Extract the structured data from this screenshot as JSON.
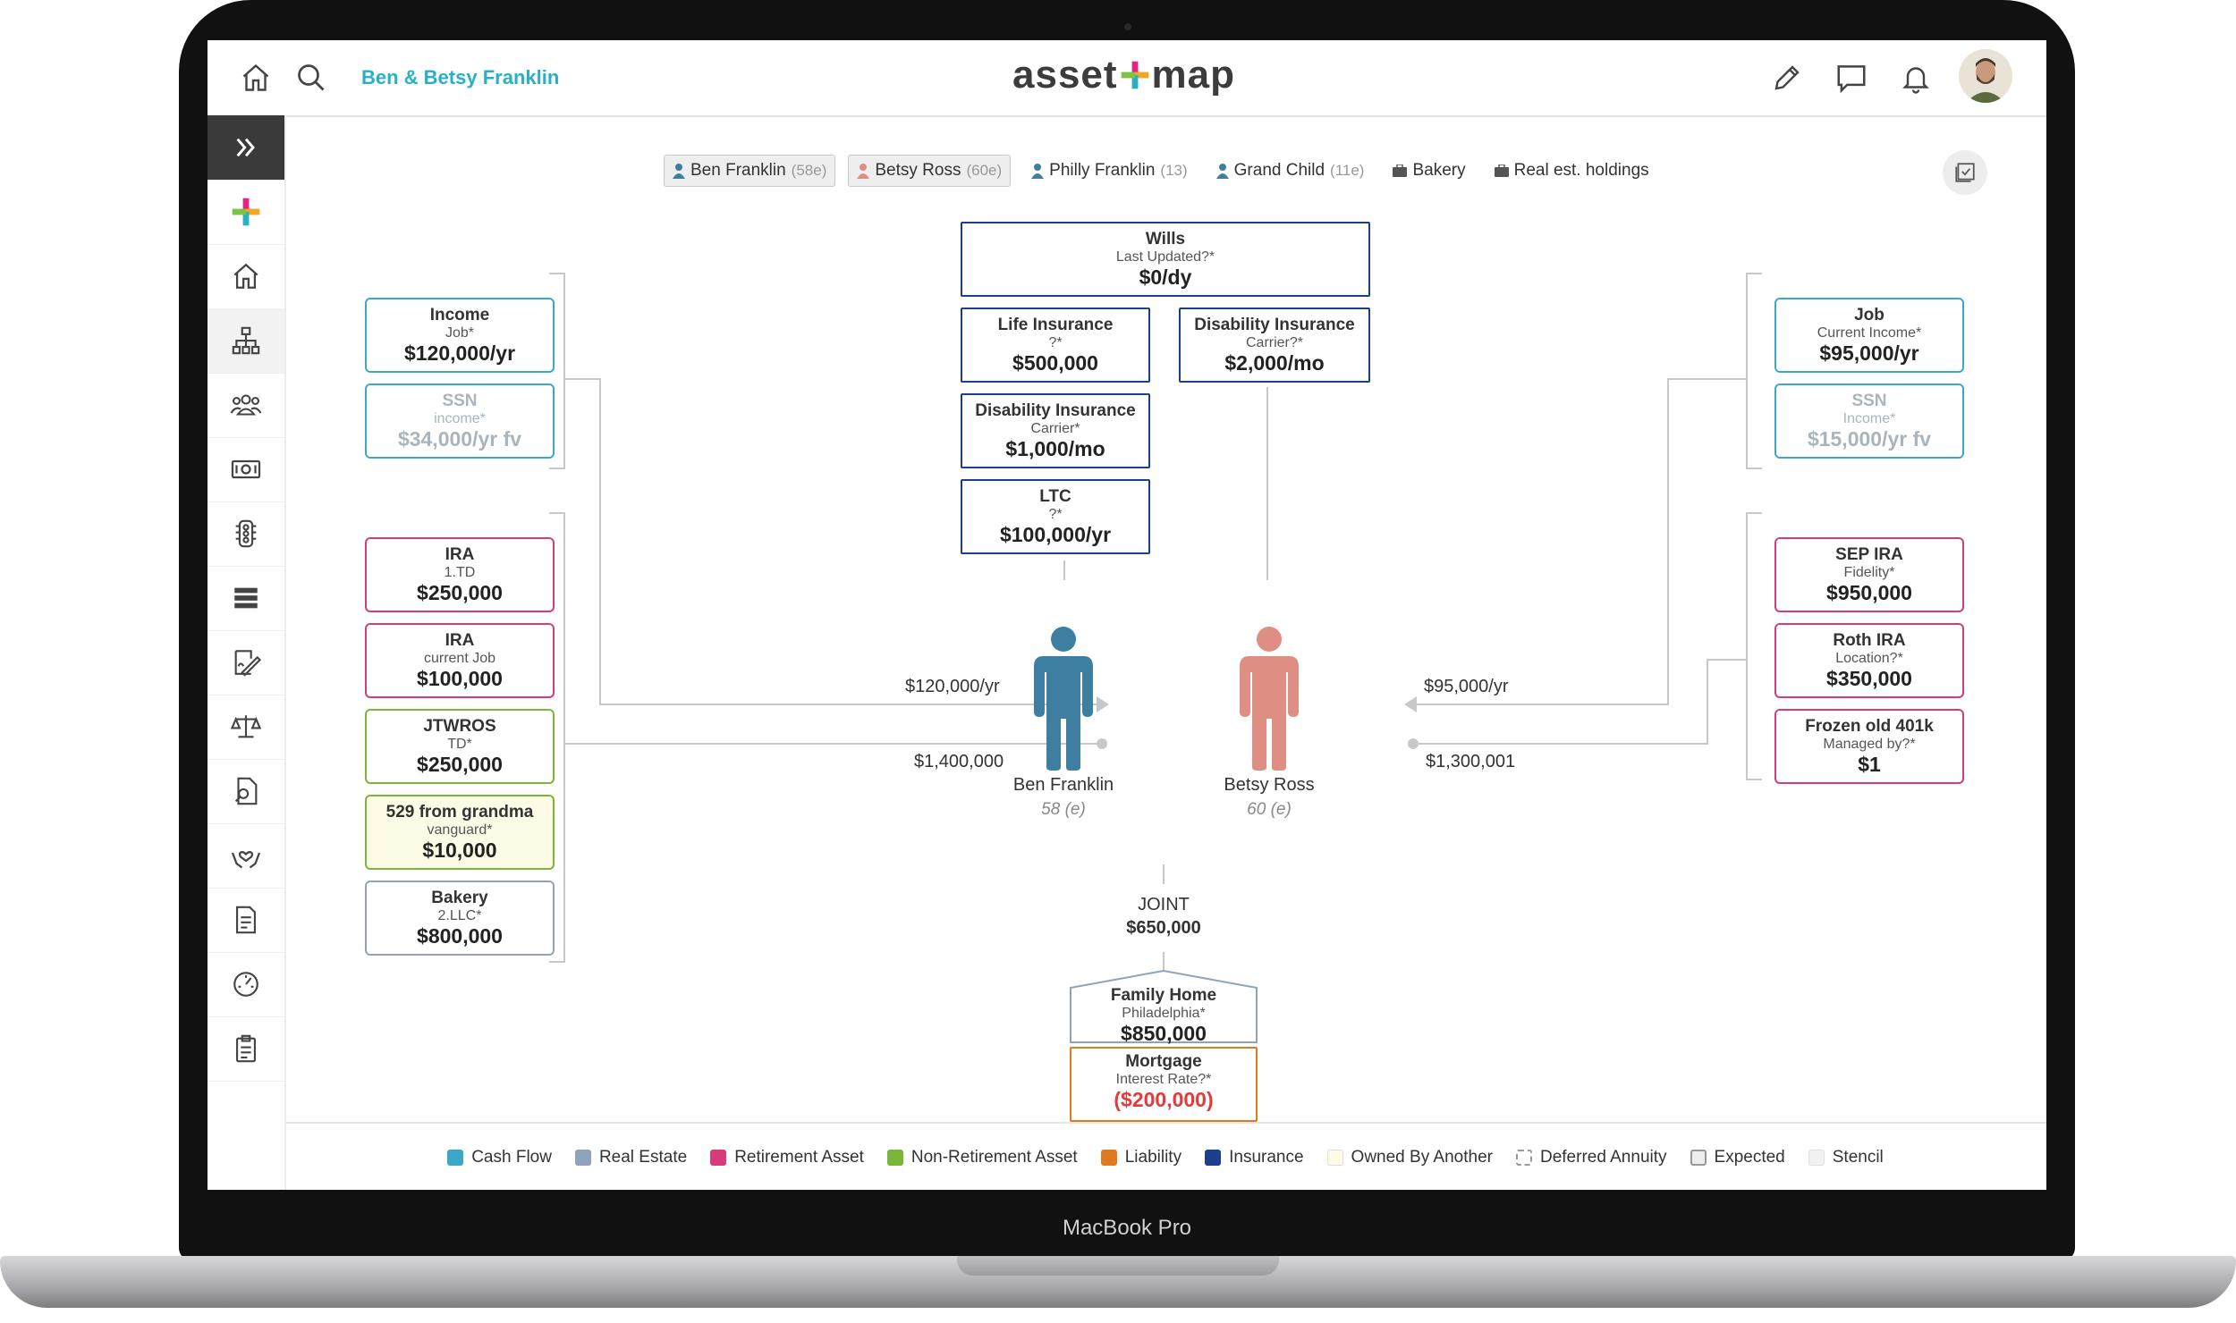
{
  "device": {
    "label": "MacBook Pro"
  },
  "header": {
    "household": "Ben & Betsy Franklin",
    "logo_left": "asset",
    "logo_right": "map",
    "icons": [
      "home-icon",
      "search-icon",
      "pencil-icon",
      "chat-icon",
      "bell-icon",
      "avatar"
    ]
  },
  "sidebar": {
    "icons": [
      "expand-icon",
      "logo-cross-icon",
      "home-icon",
      "org-chart-icon",
      "members-icon",
      "money-icon",
      "traffic-light-icon",
      "stack-icon",
      "signature-icon",
      "balance-icon",
      "document-search-icon",
      "heart-hands-icon",
      "report-icon",
      "gauge-icon",
      "checklist-icon"
    ]
  },
  "members": [
    {
      "name": "Ben Franklin",
      "age": "(58e)",
      "kind": "person-blue"
    },
    {
      "name": "Betsy Ross",
      "age": "(60e)",
      "kind": "person-red"
    },
    {
      "name": "Philly Franklin",
      "age": "(13)",
      "kind": "person-blue"
    },
    {
      "name": "Grand Child",
      "age": "(11e)",
      "kind": "person-blue"
    },
    {
      "name": "Bakery",
      "age": "",
      "kind": "briefcase"
    },
    {
      "name": "Real est. holdings",
      "age": "",
      "kind": "briefcase"
    }
  ],
  "insurance": {
    "wills": {
      "title": "Wills",
      "sub": "Last Updated?*",
      "value": "$0/dy"
    },
    "life": {
      "title": "Life Insurance",
      "sub": "?*",
      "value": "$500,000"
    },
    "disability_betsy": {
      "title": "Disability Insurance",
      "sub": "Carrier?*",
      "value": "$2,000/mo"
    },
    "disability_ben": {
      "title": "Disability Insurance",
      "sub": "Carrier*",
      "value": "$1,000/mo"
    },
    "ltc": {
      "title": "LTC",
      "sub": "?*",
      "value": "$100,000/yr"
    }
  },
  "left": {
    "cash": [
      {
        "title": "Income",
        "sub": "Job*",
        "value": "$120,000/yr"
      },
      {
        "title": "SSN",
        "sub": "income*",
        "value": "$34,000/yr  fv"
      }
    ],
    "assets": [
      {
        "title": "IRA",
        "sub": "1.TD",
        "value": "$250,000"
      },
      {
        "title": "IRA",
        "sub": "current Job",
        "value": "$100,000"
      },
      {
        "title": "JTWROS",
        "sub": "TD*",
        "value": "$250,000"
      },
      {
        "title": "529 from grandma",
        "sub": "vanguard*",
        "value": "$10,000"
      },
      {
        "title": "Bakery",
        "sub": "2.LLC*",
        "value": "$800,000"
      }
    ],
    "flow_income": "$120,000/yr",
    "flow_assets": "$1,400,000"
  },
  "right": {
    "cash": [
      {
        "title": "Job",
        "sub": "Current Income*",
        "value": "$95,000/yr"
      },
      {
        "title": "SSN",
        "sub": "Income*",
        "value": "$15,000/yr  fv"
      }
    ],
    "assets": [
      {
        "title": "SEP IRA",
        "sub": "Fidelity*",
        "value": "$950,000"
      },
      {
        "title": "Roth IRA",
        "sub": "Location?*",
        "value": "$350,000"
      },
      {
        "title": "Frozen old 401k",
        "sub": "Managed by?*",
        "value": "$1"
      }
    ],
    "flow_income": "$95,000/yr",
    "flow_assets": "$1,300,001"
  },
  "people": {
    "ben": {
      "name": "Ben Franklin",
      "age": "58 (e)",
      "color": "#3e7fa1"
    },
    "betsy": {
      "name": "Betsy Ross",
      "age": "60 (e)",
      "color": "#de8e83"
    }
  },
  "joint": {
    "label": "JOINT",
    "value": "$650,000",
    "home": {
      "title": "Family Home",
      "sub": "Philadelphia*",
      "value": "$850,000"
    },
    "mortgage": {
      "title": "Mortgage",
      "sub": "Interest Rate?*",
      "value": "($200,000)"
    }
  },
  "legend": [
    {
      "label": "Cash Flow",
      "color": "#3aa8c6",
      "style": "solid"
    },
    {
      "label": "Real Estate",
      "color": "#8fa3bd",
      "style": "solid"
    },
    {
      "label": "Retirement Asset",
      "color": "#d63b7a",
      "style": "solid"
    },
    {
      "label": "Non-Retirement Asset",
      "color": "#7ab63a",
      "style": "solid"
    },
    {
      "label": "Liability",
      "color": "#e07a22",
      "style": "solid"
    },
    {
      "label": "Insurance",
      "color": "#1b3f8c",
      "style": "solid"
    },
    {
      "label": "Owned By Another",
      "color": "#fcfce6",
      "style": "outline"
    },
    {
      "label": "Deferred Annuity",
      "color": "#ffffff",
      "style": "dashed"
    },
    {
      "label": "Expected",
      "color": "#eeeeee",
      "style": "outline"
    },
    {
      "label": "Stencil",
      "color": "#f1f1f1",
      "style": "light"
    }
  ]
}
